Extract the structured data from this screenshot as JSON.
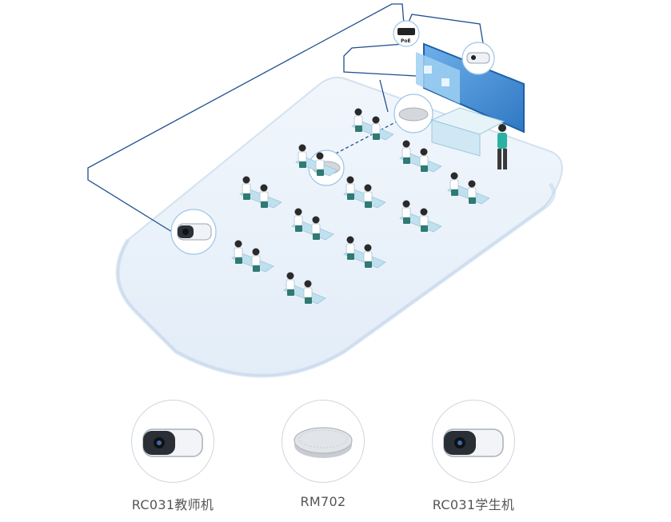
{
  "diagram": {
    "poe_label": "PoE"
  },
  "products": [
    {
      "label": "RC031教师机",
      "icon": "camera-icon"
    },
    {
      "label": "RM702",
      "icon": "microphone-icon"
    },
    {
      "label": "RC031学生机",
      "icon": "camera-icon"
    }
  ],
  "colors": {
    "floor": "#e9f1fa",
    "floor_edge": "#cddcee",
    "cable": "#1f4f8f",
    "screen": "#3d8ad6",
    "desk": "#bfe0ee",
    "shirt": "#ffffff",
    "pants": "#2f7a73",
    "teacher_shirt": "#2bb1a4"
  }
}
